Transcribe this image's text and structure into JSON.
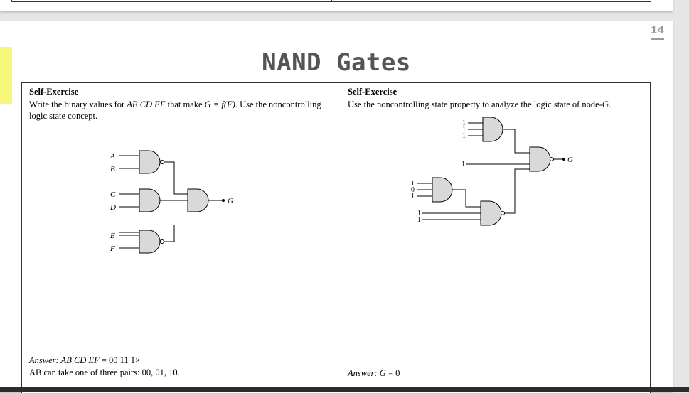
{
  "page_number": "14",
  "title": "NAND Gates",
  "left": {
    "heading": "Self-Exercise",
    "prompt_pre": "Write the binary values for ",
    "prompt_vars": "AB CD EF",
    "prompt_mid": " that make ",
    "prompt_eq": "G = f(F)",
    "prompt_post": ". Use the noncontrolling logic state concept.",
    "inputs": [
      "A",
      "B",
      "C",
      "D",
      "E",
      "F"
    ],
    "output": "G",
    "answer_label": "Answer: AB CD EF",
    "answer_value": " = 00 11 1×",
    "answer_note": "AB can take one of three pairs: 00, 01, 10."
  },
  "right": {
    "heading": "Self-Exercise",
    "prompt_pre": "Use the noncontrolling state property to analyze the logic state of node-",
    "prompt_node": "G",
    "prompt_post": ".",
    "gate1_inputs": [
      "1",
      "1",
      "1"
    ],
    "gate2_input": "1",
    "gate3_inputs": [
      "1",
      "0",
      "1"
    ],
    "gate4_inputs": [
      "1",
      "1"
    ],
    "output": "G",
    "answer_label": "Answer: G",
    "answer_value": " = 0"
  }
}
